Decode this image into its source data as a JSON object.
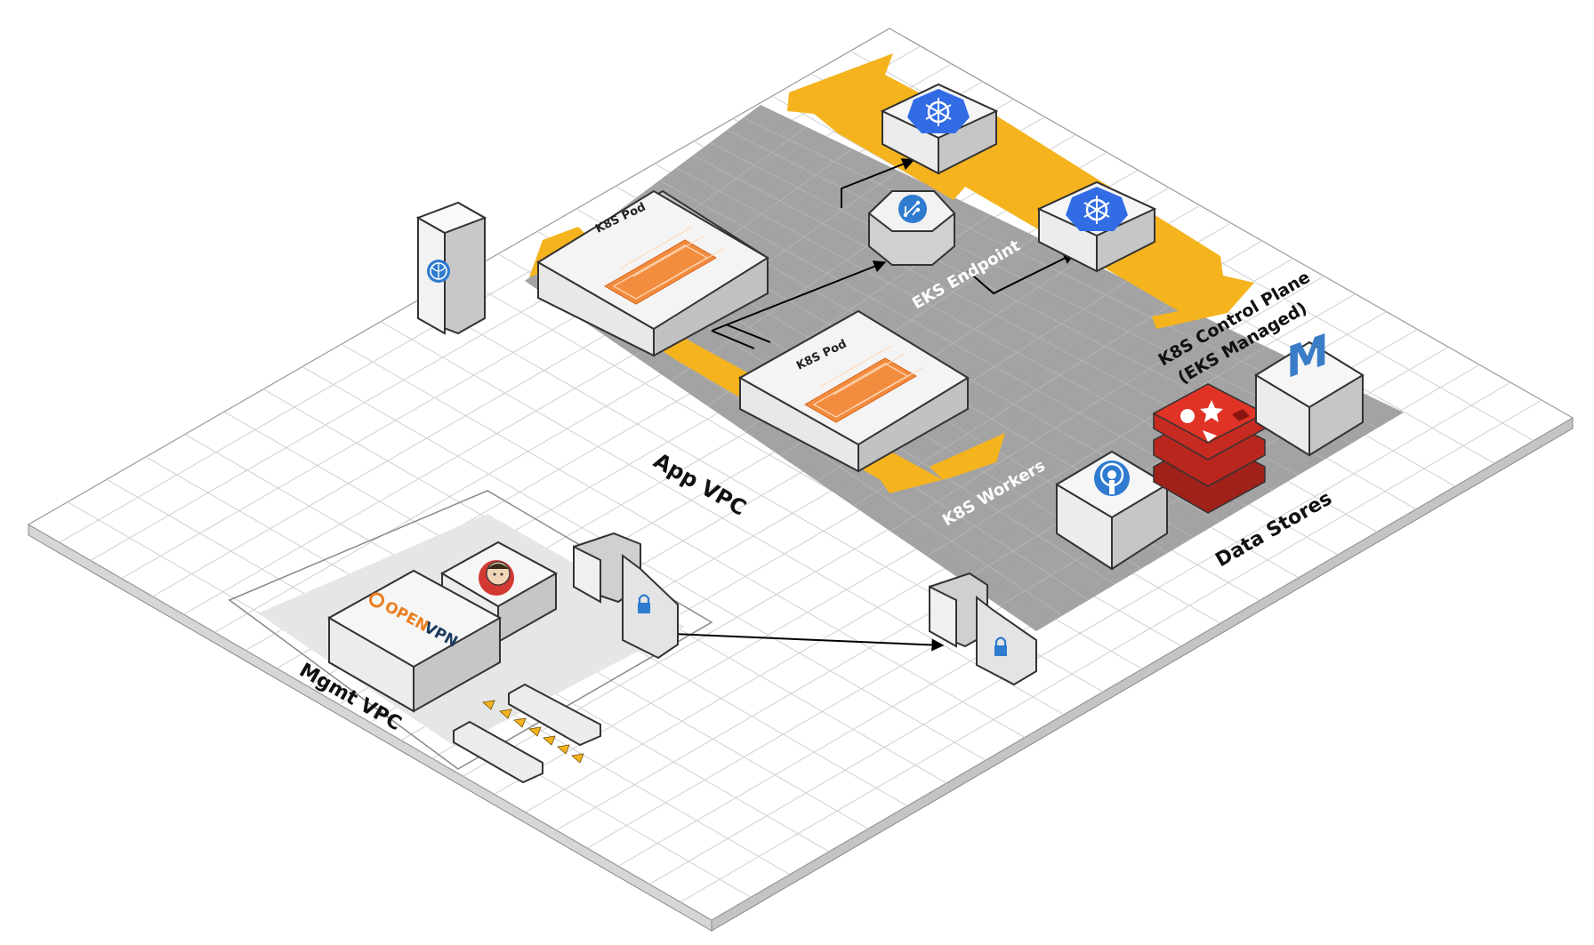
{
  "labels": {
    "app_vpc": "App VPC",
    "mgmt_vpc": "Mgmt VPC",
    "eks_endpoint": "EKS Endpoint",
    "k8s_workers": "K8S Workers",
    "control_plane_line1": "K8S Control Plane",
    "control_plane_line2": "(EKS Managed)",
    "data_stores": "Data Stores"
  },
  "pods": [
    {
      "label": "K8S Pod"
    },
    {
      "label": "K8S Pod"
    }
  ],
  "logos": {
    "openvpn_open": "OPEN",
    "openvpn_vpn": "VPN",
    "memcached_letter": "M"
  },
  "colors": {
    "accent_orange": "#F5B41E",
    "k8s_blue": "#326CE5",
    "redis_red": "#D82C20",
    "openvpn_orange": "#EA7E20",
    "openvpn_navy": "#1B3A5C",
    "vpc_gray": "#9E9E9E",
    "grid_line": "#D0D0D0"
  },
  "icons": [
    "globe-icon",
    "kubernetes-wheel-icon",
    "load-balancer-icon",
    "lock-icon",
    "elasticsearch-icon",
    "redis-icon",
    "memcached-icon",
    "jenkins-icon",
    "openvpn-logo"
  ]
}
